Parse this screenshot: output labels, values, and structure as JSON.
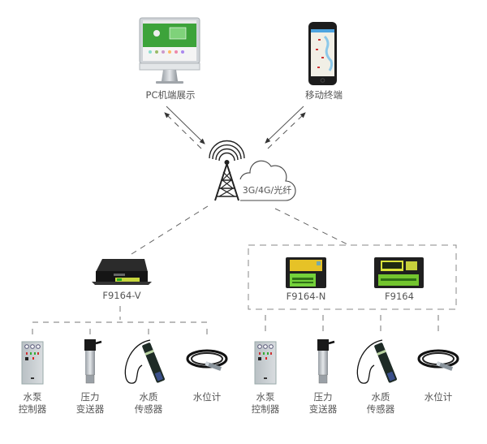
{
  "title": "Water monitoring system network topology",
  "top_nodes": [
    {
      "id": "pc",
      "label": "PC机端展示",
      "icon": "desktop-monitor-icon"
    },
    {
      "id": "mobile",
      "label": "移动终端",
      "icon": "smartphone-map-icon"
    }
  ],
  "network": {
    "label": "3G/4G/光纤",
    "icon": "signal-tower-cloud-icon"
  },
  "devices": [
    {
      "id": "f9164v",
      "label": "F9164-V"
    },
    {
      "id": "f9164n",
      "label": "F9164-N"
    },
    {
      "id": "f9164",
      "label": "F9164"
    }
  ],
  "sensor_groups": [
    {
      "group": "left",
      "sensors": [
        {
          "line1": "水泵",
          "line2": "控制器",
          "icon": "pump-controller-cabinet-icon"
        },
        {
          "line1": "压力",
          "line2": "变送器",
          "icon": "pressure-transmitter-icon"
        },
        {
          "line1": "水质",
          "line2": "传感器",
          "icon": "water-quality-sensor-icon"
        },
        {
          "line1": "水位计",
          "line2": "",
          "icon": "water-level-gauge-icon"
        }
      ]
    },
    {
      "group": "right",
      "sensors": [
        {
          "line1": "水泵",
          "line2": "控制器",
          "icon": "pump-controller-cabinet-icon"
        },
        {
          "line1": "压力",
          "line2": "变送器",
          "icon": "pressure-transmitter-icon"
        },
        {
          "line1": "水质",
          "line2": "传感器",
          "icon": "water-quality-sensor-icon"
        },
        {
          "line1": "水位计",
          "line2": "",
          "icon": "water-level-gauge-icon"
        }
      ]
    }
  ],
  "colors": {
    "line": "#666666",
    "dash": "#888888",
    "green_panel": "#7ed321",
    "yellow_panel": "#e8c320"
  }
}
